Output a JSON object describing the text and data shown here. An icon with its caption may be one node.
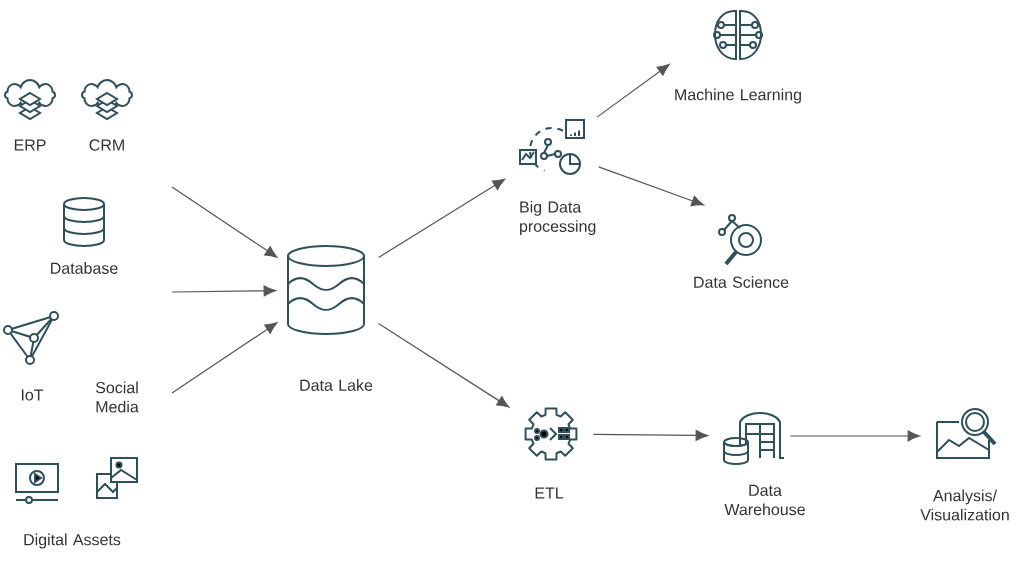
{
  "diagram": {
    "nodes": [
      {
        "text": [
          "ERP"
        ]
      },
      {
        "text": [
          "CRM"
        ]
      },
      {
        "text": [
          "Database"
        ]
      },
      {
        "text": [
          "IoT"
        ]
      },
      {
        "text": [
          "Social Media"
        ]
      },
      {
        "text": [
          "Digital Assets"
        ]
      },
      {
        "text": [
          "Data Lake"
        ]
      },
      {
        "text": [
          "Big Data processing"
        ]
      },
      {
        "text": [
          "Machine Learning"
        ]
      },
      {
        "text": [
          "Data Science"
        ]
      },
      {
        "text": [
          "ETL"
        ]
      },
      {
        "text": [
          "Data Warehouse"
        ]
      },
      {
        "text": [
          "Analysis/ Visualization"
        ]
      }
    ],
    "edges": [
      {
        "from": null,
        "to": 6,
        "arrow": "to"
      },
      {
        "from": null,
        "to": 6,
        "arrow": "to"
      },
      {
        "from": null,
        "to": 6,
        "arrow": "to"
      },
      {
        "from": 6,
        "to": 7,
        "arrow": "to"
      },
      {
        "from": 7,
        "to": 8,
        "arrow": "to"
      },
      {
        "from": 7,
        "to": 9,
        "arrow": "to"
      },
      {
        "from": 6,
        "to": 10,
        "arrow": "to"
      },
      {
        "from": 10,
        "to": 11,
        "arrow": "to"
      },
      {
        "from": 11,
        "to": 12,
        "arrow": "to"
      }
    ]
  }
}
